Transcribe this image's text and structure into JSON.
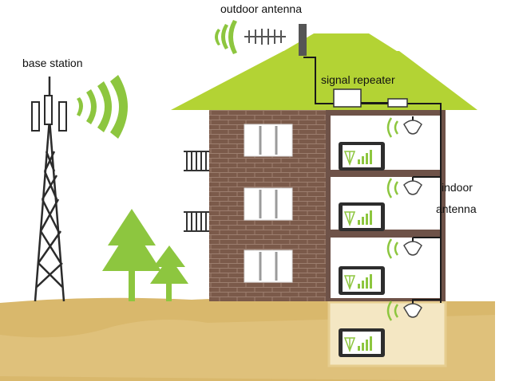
{
  "labels": {
    "outdoor_antenna": "outdoor antenna",
    "base_station": "base station",
    "signal_repeater": "signal repeater",
    "indoor_antenna_line1": "indoor",
    "indoor_antenna_line2": "antenna"
  },
  "colors": {
    "roof": "#b3d334",
    "tree": "#8dc63f",
    "signal_waves": "#8dc63f",
    "brick_wall": "#7b5a4a",
    "interior_frame": "#6e5248",
    "ground": "#d9b86c",
    "basement": "#f4e7c3",
    "tower": "#2b2b2b",
    "cable": "#1a1a1a"
  },
  "icons": [
    "cell-tower-icon",
    "yagi-antenna-icon",
    "repeater-box-icon",
    "ceiling-antenna-icon",
    "phone-signal-icon",
    "tree-icon"
  ]
}
